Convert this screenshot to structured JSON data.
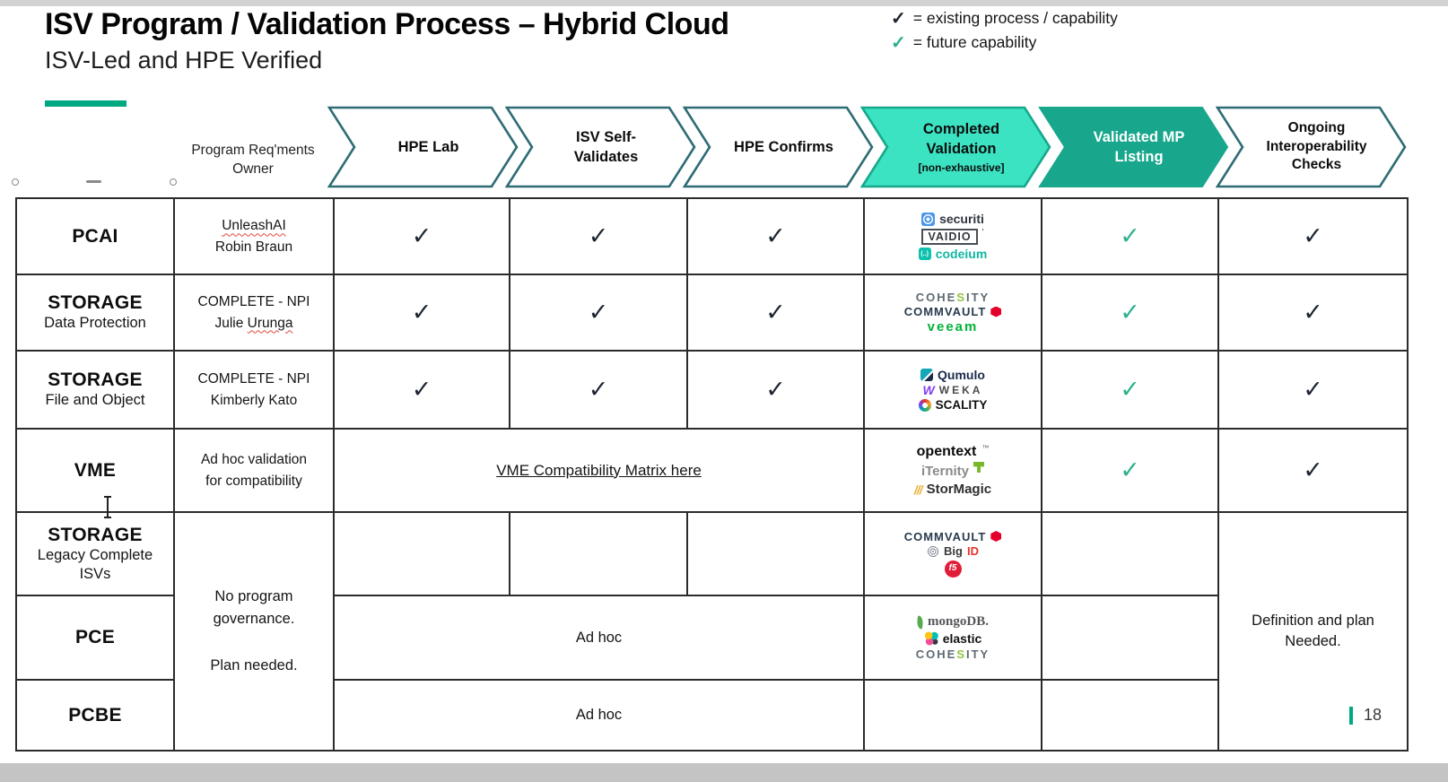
{
  "title": "ISV Program / Validation Process – Hybrid Cloud",
  "subtitle": "ISV-Led and HPE Verified",
  "legend": {
    "check": "✓",
    "existing": "= existing process / capability",
    "future": "= future capability"
  },
  "owner_header": "Program Req'ments\nOwner",
  "steps": {
    "hpe_lab": "HPE Lab",
    "isv_self": "ISV Self-\nValidates",
    "hpe_confirms": "HPE Confirms",
    "completed": "Completed\nValidation",
    "completed_sub": "[non-exhaustive]",
    "validated": "Validated MP\nListing",
    "ongoing": "Ongoing\nInteroperability\nChecks"
  },
  "mark": "✓",
  "rows": [
    {
      "name": "PCAI",
      "owner1": "UnleashAI",
      "owner2": "Robin Braun"
    },
    {
      "name": "STORAGE",
      "sub": "Data Protection",
      "owner1": "COMPLETE - NPI",
      "owner2a": "Julie ",
      "owner2b": "Urunga"
    },
    {
      "name": "STORAGE",
      "sub": "File and Object",
      "owner1": "COMPLETE - NPI",
      "owner2": "Kimberly Kato"
    },
    {
      "name": "VME",
      "owner": "Ad hoc validation\nfor compatibility",
      "link": "VME Compatibility Matrix here"
    },
    {
      "name": "STORAGE",
      "sub": "Legacy Complete\nISVs"
    },
    {
      "name": "PCE",
      "adhoc": "Ad hoc"
    },
    {
      "name": "PCBE",
      "adhoc": "Ad hoc"
    }
  ],
  "merged": {
    "governance": "No program\ngovernance.\n\nPlan needed.",
    "definition": "Definition and plan\nNeeded."
  },
  "page_number": "18",
  "logos": {
    "securiti": "securiti",
    "vaidio": "VAIDIO",
    "codeium": "codeium",
    "cohesity_a": "COHE",
    "cohesity_s": "S",
    "cohesity_b": "ITY",
    "commvault": "COMMVAULT",
    "veeam": "veeam",
    "qumulo": "Qumulo",
    "weka": "WEKA",
    "scality": "SCALITY",
    "opentext": "opentext",
    "iternity": "iTernity",
    "stormagic": "StorMagic",
    "bigid_a": "Big",
    "bigid_b": "ID",
    "f5": "f5",
    "mongodb": "mongoDB.",
    "elastic": "elastic"
  },
  "colors": {
    "hpe_green": "#01A982",
    "mint_chevron": "#3BE3C3",
    "teal_chevron": "#18A78C",
    "chevron_outline": "#2E6C75",
    "check_black": "#1C2430",
    "check_green": "#2BB08F"
  }
}
